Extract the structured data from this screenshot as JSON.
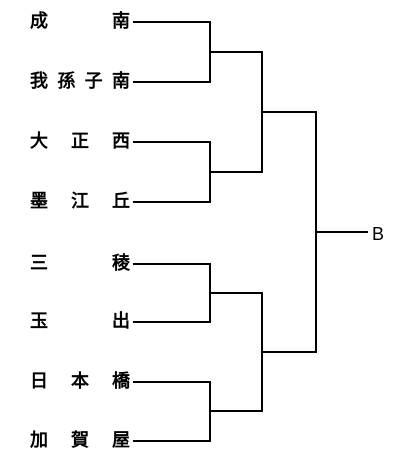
{
  "bracket": {
    "teams": [
      {
        "name": "成南",
        "chars": [
          "成",
          "南"
        ]
      },
      {
        "name": "我孫子南",
        "chars": [
          "我",
          "孫",
          "子",
          "南"
        ]
      },
      {
        "name": "大正西",
        "chars": [
          "大",
          "正",
          "西"
        ]
      },
      {
        "name": "墨江丘",
        "chars": [
          "墨",
          "江",
          "丘"
        ]
      },
      {
        "name": "三稜",
        "chars": [
          "三",
          "稜"
        ]
      },
      {
        "name": "玉出",
        "chars": [
          "玉",
          "出"
        ]
      },
      {
        "name": "日本橋",
        "chars": [
          "日",
          "本",
          "橋"
        ]
      },
      {
        "name": "加賀屋",
        "chars": [
          "加",
          "賀",
          "屋"
        ]
      }
    ],
    "result_label": "B",
    "line_color": "#000000"
  }
}
